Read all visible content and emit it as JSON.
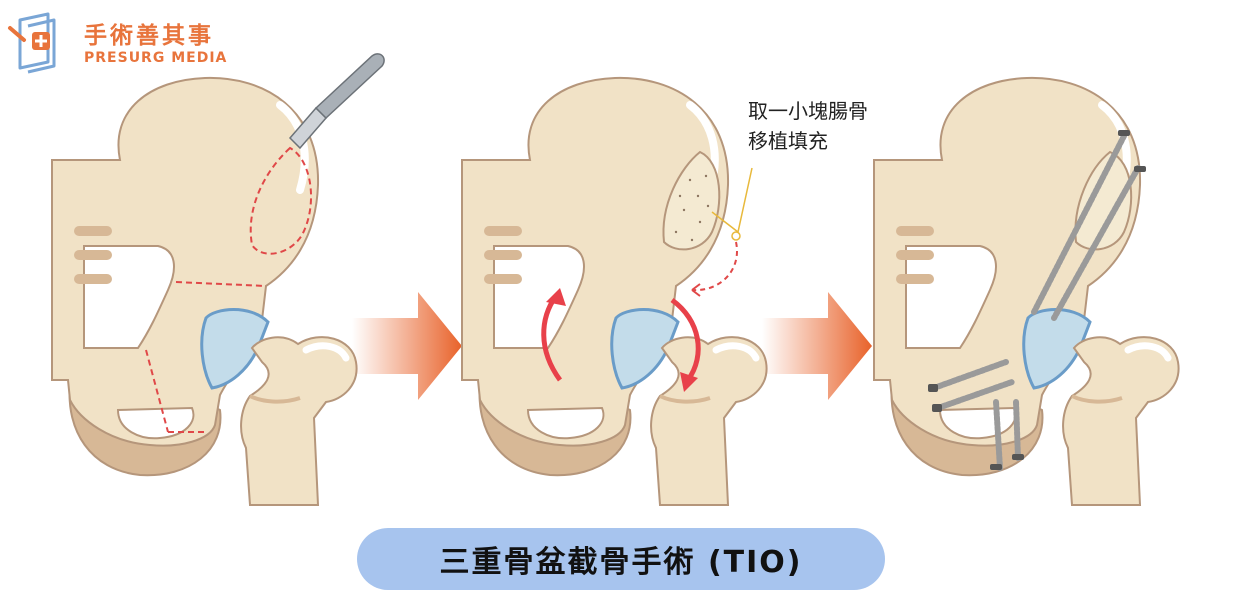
{
  "logo": {
    "name_zh": "手術善其事",
    "name_en": "PRESURG MEDIA"
  },
  "callout": {
    "line1": "取一小塊腸骨",
    "line2": "移植填充"
  },
  "title": "三重骨盆截骨手術 (TIO)",
  "colors": {
    "bone": "#f1e2c6",
    "bone_shadow": "#d7b896",
    "bone_outline": "#b5967b",
    "cartilage": "#c3dcea",
    "cut_line": "#e04848",
    "arrow": "#e8622a",
    "rotation_arrow": "#e8414a",
    "screw": "#9a9a9a",
    "title_bg": "#a7c4ee",
    "logo": "#e8743c"
  },
  "icons": [
    "scalpel-icon",
    "surgery-arrow-icon",
    "rotation-arrow-icon",
    "screw-icon",
    "logo-icon"
  ]
}
